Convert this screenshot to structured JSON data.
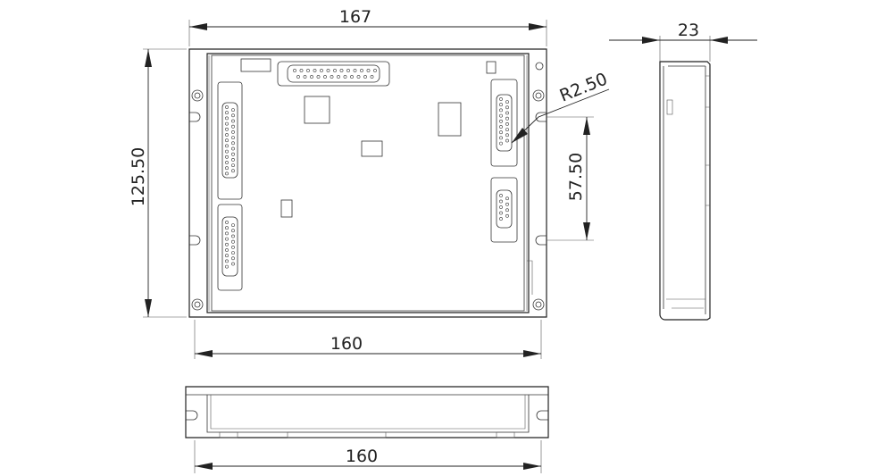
{
  "dimensions": {
    "top_width": "167",
    "front_height": "125.50",
    "front_bottom_width": "160",
    "hole_spacing": "57.50",
    "hole_radius": "R2.50",
    "side_depth": "23",
    "bottom_width": "160"
  }
}
